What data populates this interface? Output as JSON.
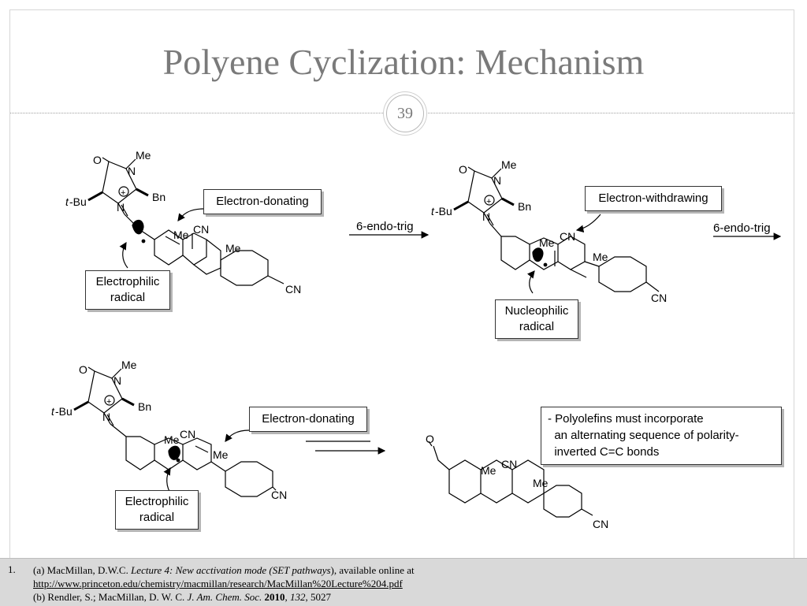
{
  "slide": {
    "title": "Polyene Cyclization: Mechanism",
    "page_number": "39"
  },
  "labels": {
    "electron_donating_1": "Electron-donating",
    "electron_withdrawing": "Electron-withdrawing",
    "electron_donating_2": "Electron-donating",
    "electrophilic_radical_1": [
      "Electrophilic",
      "radical"
    ],
    "nucleophilic_radical": [
      "Nucleophilic",
      "radical"
    ],
    "electrophilic_radical_2": [
      "Electrophilic",
      "radical"
    ],
    "arrow_1": "6-endo-trig",
    "arrow_2": "6-endo-trig"
  },
  "chem_labels": {
    "o": "O",
    "n": "N",
    "me": "Me",
    "bn": "Bn",
    "tbu_t": "t",
    "tbu_rest": "-Bu",
    "cn": "CN",
    "plus": "+",
    "aldehyde_o": "O"
  },
  "note": [
    "- Polyolefins must incorporate",
    "  an alternating sequence of polarity-",
    "  inverted C=C bonds"
  ],
  "footer": {
    "number": "1.",
    "line1_prefix": "(a) MacMillan, D.W.C. ",
    "line1_title": "Lecture 4: New acctivation mode (SET pathways",
    "line1_suffix": "), available online at",
    "link": "http://www.princeton.edu/chemistry/macmillan/research/MacMillan%20Lecture%204.pdf",
    "line3_prefix": "(b) Rendler, S.; MacMillan, D. W. C. ",
    "journal": "J. Am. Chem. Soc.",
    "year": "2010",
    "volume": "132",
    "pages": ", 5027"
  }
}
